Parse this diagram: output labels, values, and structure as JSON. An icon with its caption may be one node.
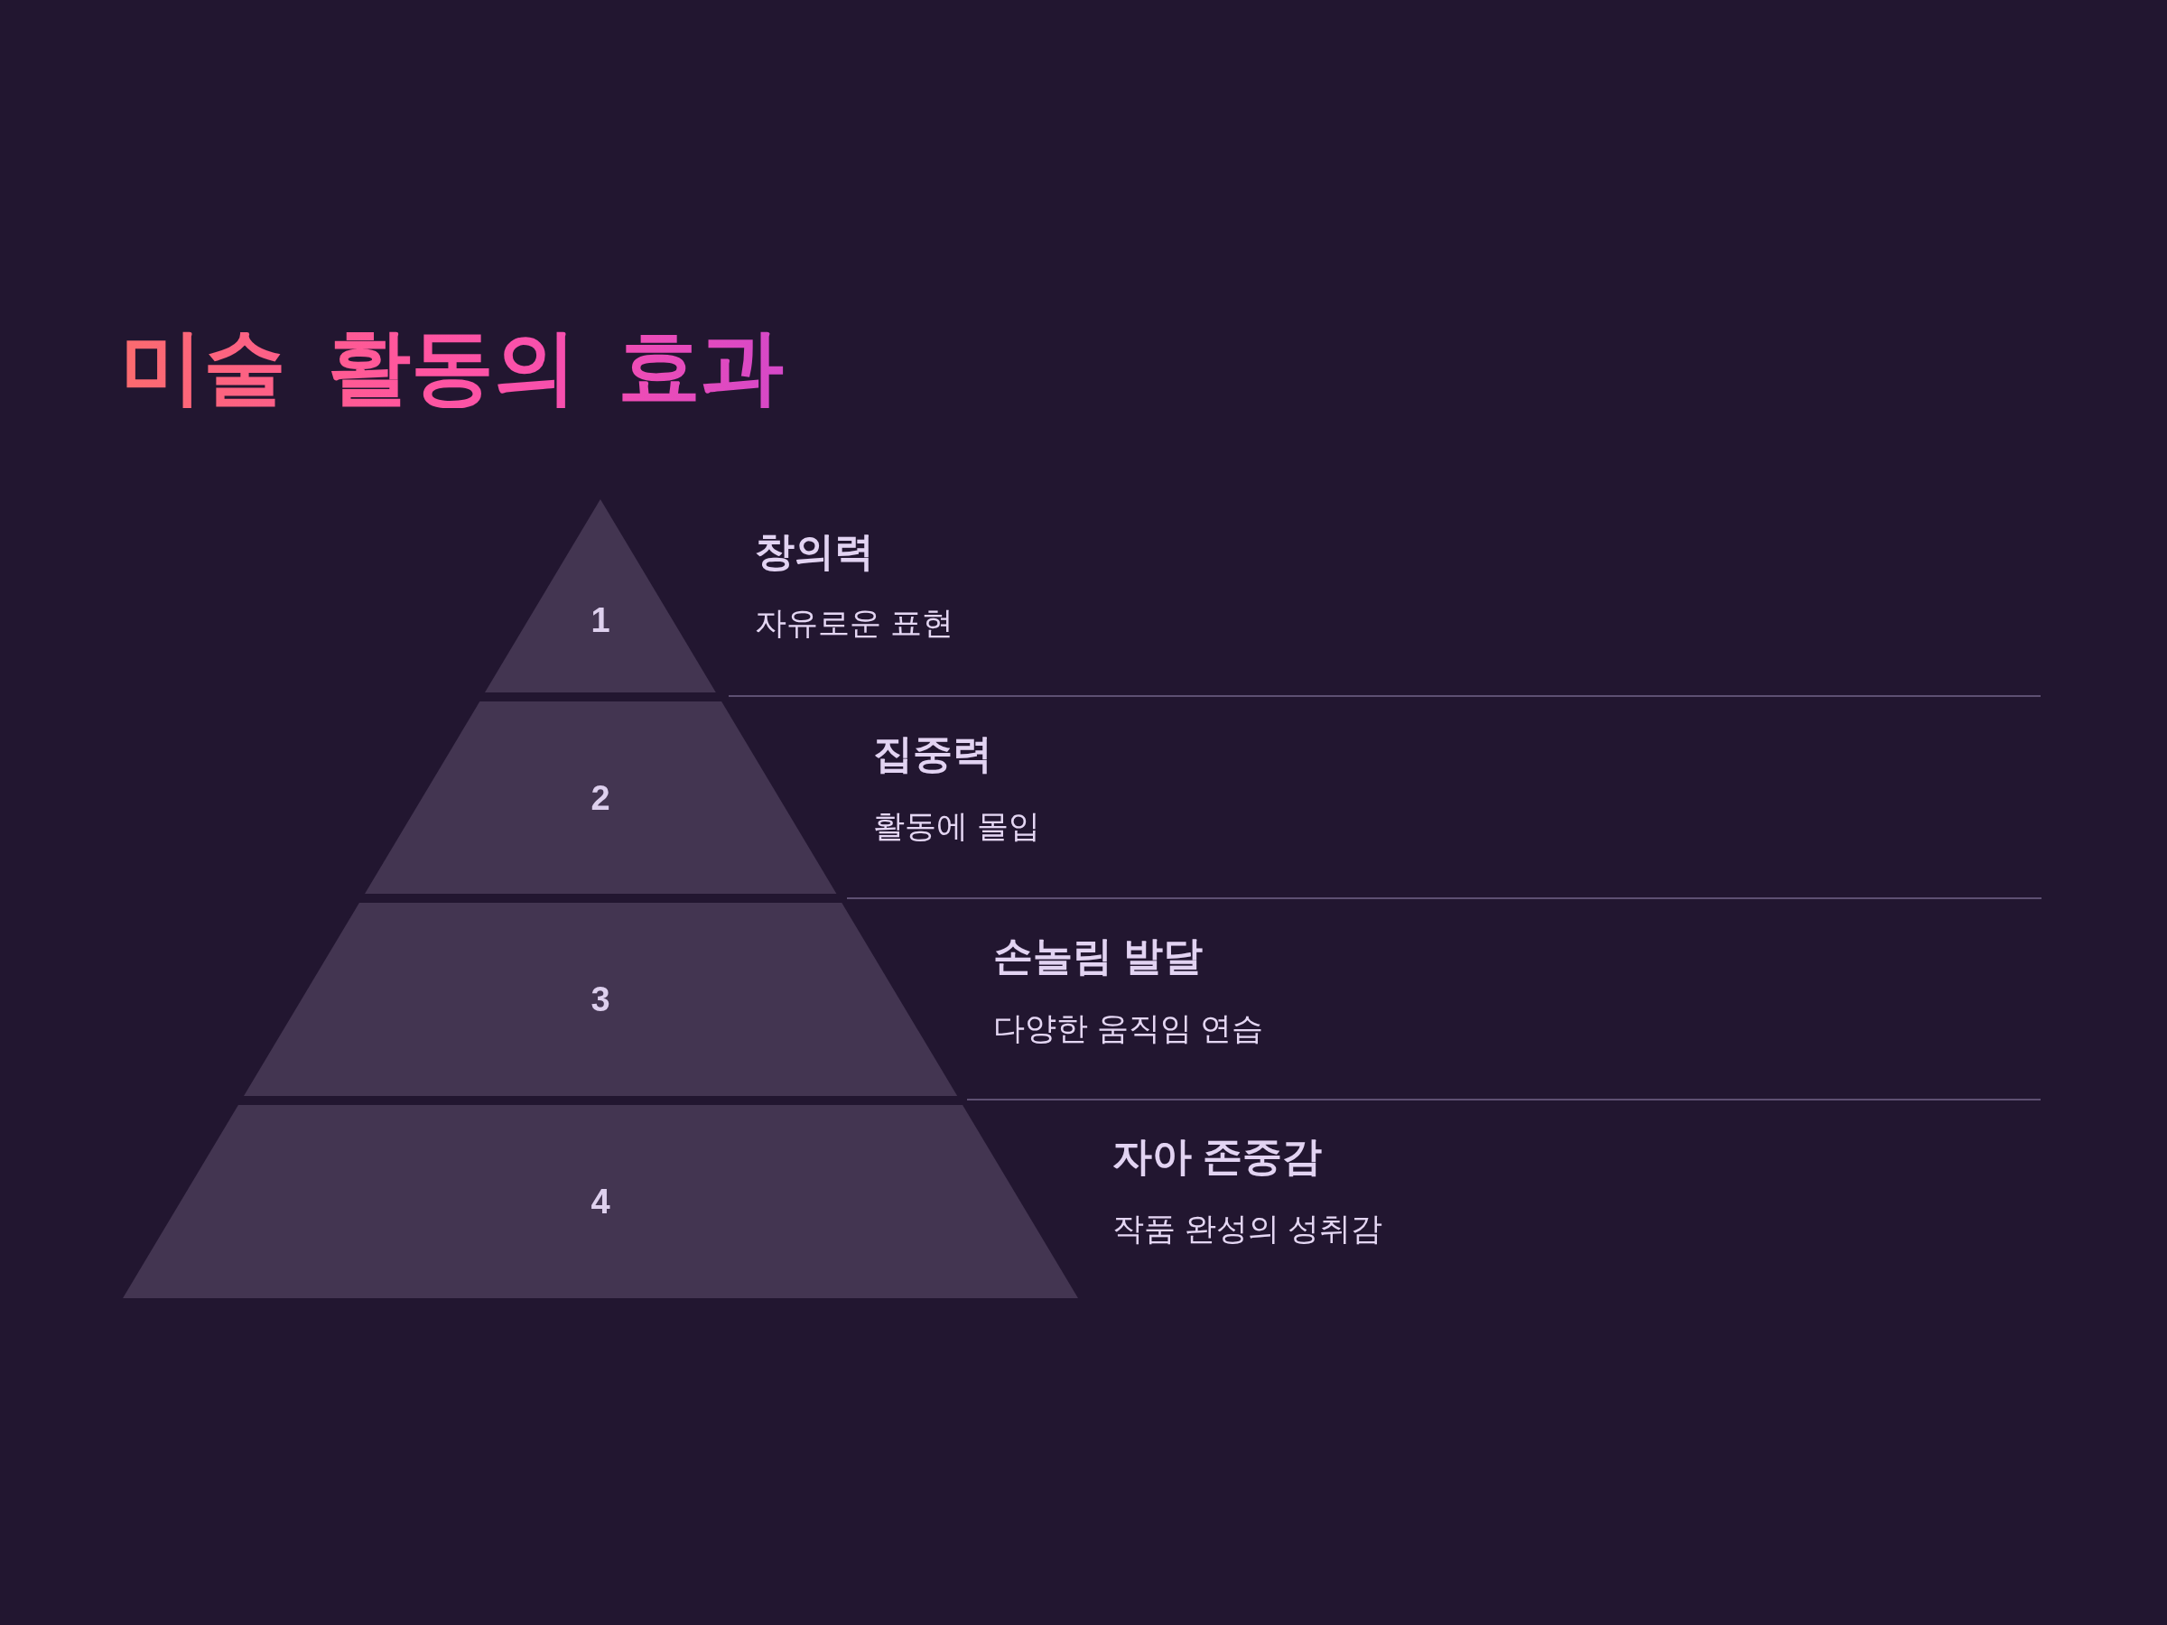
{
  "diagram": {
    "title": "미술 활동의 효과",
    "nodes": [
      {
        "text": [
          "1"
        ],
        "beside": [
          "창의력",
          "자유로운 표현"
        ]
      },
      {
        "text": [
          "2"
        ],
        "beside": [
          "집중력",
          "활동에 몰입"
        ]
      },
      {
        "text": [
          "3"
        ],
        "beside": [
          "손놀림 발달",
          "다양한 움직임 연습"
        ]
      },
      {
        "text": [
          "4"
        ],
        "beside": [
          "자아 존중감",
          "작품 완성의 성취감"
        ]
      }
    ]
  }
}
